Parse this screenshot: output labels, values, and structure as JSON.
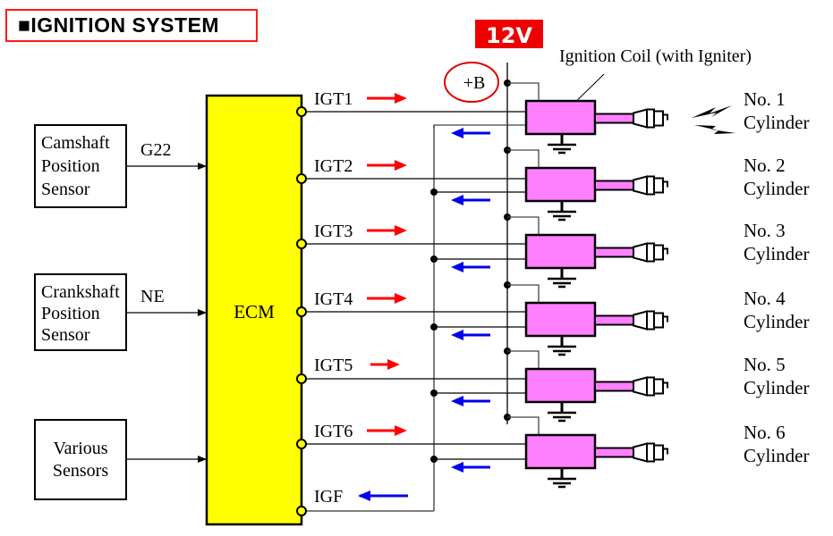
{
  "title": "■IGNITION SYSTEM",
  "colors": {
    "title_border": "#ff1a1a",
    "ecm_fill": "#ffff00",
    "coil_fill": "#ff80ff",
    "voltage_badge": "#ee0000",
    "ignition_signal_arrow": "#ff0000",
    "feedback_arrow": "#0000ee",
    "plus_b_circle": "#e00000"
  },
  "power": {
    "voltage_label": "12V",
    "supply_label": "+B"
  },
  "ecm": {
    "label": "ECM"
  },
  "sensors": [
    {
      "lines": [
        "Camshaft",
        "Position",
        "Sensor"
      ],
      "signal": "G22"
    },
    {
      "lines": [
        "Crankshaft",
        "Position",
        "Sensor"
      ],
      "signal": "NE"
    },
    {
      "lines": [
        "Various",
        "Sensors"
      ],
      "signal": ""
    }
  ],
  "outputs": [
    {
      "label": "IGT1",
      "direction": "to-coil"
    },
    {
      "label": "IGT2",
      "direction": "to-coil"
    },
    {
      "label": "IGT3",
      "direction": "to-coil"
    },
    {
      "label": "IGT4",
      "direction": "to-coil"
    },
    {
      "label": "IGT5",
      "direction": "to-coil"
    },
    {
      "label": "IGT6",
      "direction": "to-coil"
    },
    {
      "label": "IGF",
      "direction": "to-ecm"
    }
  ],
  "coil_callout": "Ignition Coil (with Igniter)",
  "cylinders": [
    {
      "number": "No. 1",
      "label": "Cylinder"
    },
    {
      "number": "No. 2",
      "label": "Cylinder"
    },
    {
      "number": "No. 3",
      "label": "Cylinder"
    },
    {
      "number": "No. 4",
      "label": "Cylinder"
    },
    {
      "number": "No. 5",
      "label": "Cylinder"
    },
    {
      "number": "No. 6",
      "label": "Cylinder"
    }
  ]
}
